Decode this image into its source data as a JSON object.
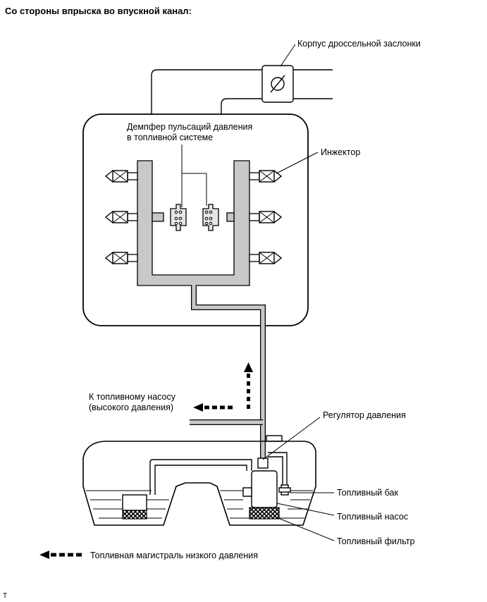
{
  "heading": "Со стороны впрыска во впускной канал:",
  "labels": {
    "throttle_body": "Корпус дроссельной заслонки",
    "damper_line1": "Демпфер пульсаций давления",
    "damper_line2": "в топливной системе",
    "injector": "Инжектор",
    "to_pump_line1": "К топливному насосу",
    "to_pump_line2": "(высокого давления)",
    "pressure_regulator": "Регулятор давления",
    "fuel_tank": "Топливный бак",
    "fuel_pump": "Топливный насос",
    "fuel_filter": "Топливный фильтр"
  },
  "legend": {
    "low_pressure_line": "Топливная магистраль низкого давления"
  },
  "corner_mark": "T",
  "colors": {
    "rail_fill": "#c8c8c8",
    "filter_fill": "#000000",
    "outline": "#000000"
  },
  "icons": {
    "throttle": "throttle-valve-icon",
    "injector": "injector-icon",
    "damper": "pulsation-damper-icon",
    "flow_arrow": "dashed-arrow-icon"
  }
}
